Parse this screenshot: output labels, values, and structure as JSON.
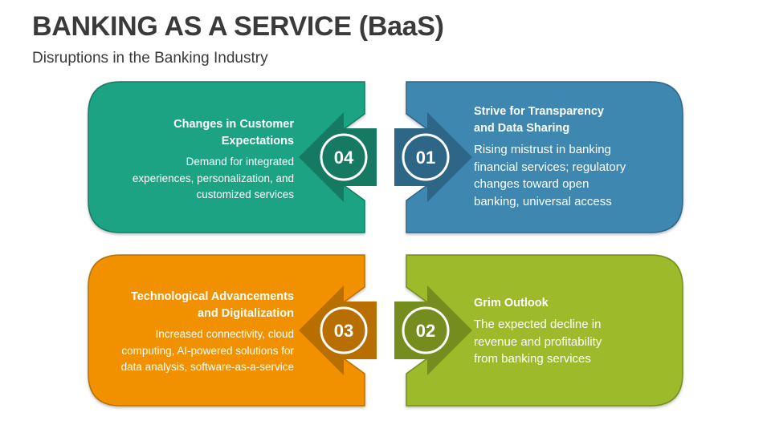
{
  "title": "BANKING AS A SERVICE (BaaS)",
  "subtitle": "Disruptions in the Banking Industry",
  "colors": {
    "teal": "#1fa383",
    "blue": "#3d87b0",
    "orange": "#f29100",
    "green": "#9cba2b",
    "teal_dark": "#167a63",
    "blue_dark": "#2d6687",
    "orange_dark": "#b86f00",
    "green_dark": "#758d1f"
  },
  "cards": {
    "c04": {
      "number": "04",
      "heading_line1": "Changes in Customer",
      "heading_line2": "Expectations",
      "body_line1": "Demand for integrated",
      "body_line2": "experiences, personalization, and",
      "body_line3": "customized services"
    },
    "c01": {
      "number": "01",
      "heading_line1": "Strive for Transparency",
      "heading_line2": "and Data Sharing",
      "body_line1": "Rising mistrust in banking",
      "body_line2": "financial services; regulatory",
      "body_line3": "changes toward open",
      "body_line4": "banking, universal access"
    },
    "c03": {
      "number": "03",
      "heading_line1": "Technological Advancements",
      "heading_line2": "and Digitalization",
      "body_line1": "Increased connectivity, cloud",
      "body_line2": "computing, AI-powered solutions for",
      "body_line3": "data analysis, software-as-a-service"
    },
    "c02": {
      "number": "02",
      "heading_line1": "Grim Outlook",
      "body_line1": "The expected decline in",
      "body_line2": "revenue and profitability",
      "body_line3": "from banking services"
    }
  }
}
